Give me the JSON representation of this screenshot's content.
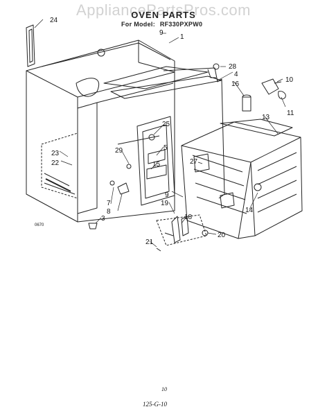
{
  "watermark": "AppliancePartsPros.com",
  "header": {
    "title": "OVEN PARTS",
    "model_prefix": "For Model:",
    "model_number": "RF330PXPW0"
  },
  "callouts": [
    "24",
    "9",
    "1",
    "28",
    "4",
    "10",
    "16",
    "11",
    "13",
    "25",
    "5",
    "15",
    "29",
    "27",
    "23",
    "22",
    "9",
    "19",
    "7",
    "8",
    "14",
    "18",
    "3",
    "20",
    "21"
  ],
  "diagram_code": "0670",
  "footer": {
    "page": "10",
    "handwritten": "125-G-10"
  }
}
